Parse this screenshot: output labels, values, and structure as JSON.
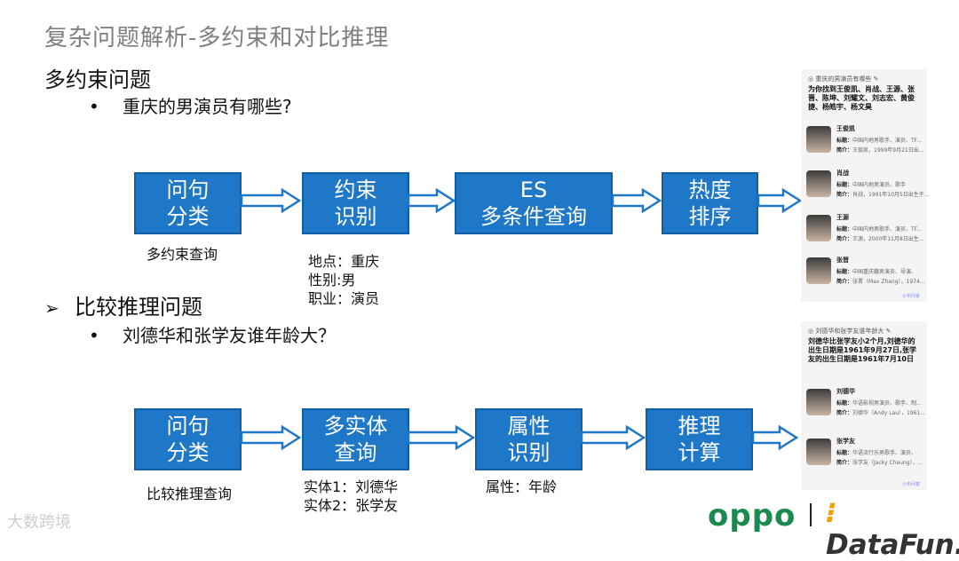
{
  "title": "复杂问题解析-多约束和对比推理",
  "section1": {
    "heading": "多约束问题",
    "bullet": "重庆的男演员有哪些?",
    "boxes": [
      "问句\n分类",
      "约束\n识别",
      "ES\n多条件查询",
      "热度\n排序"
    ],
    "note_under_first": "多约束查询",
    "constraints": [
      "地点：重庆",
      "性别:男",
      "职业：演员"
    ]
  },
  "section2": {
    "heading": "比较推理问题",
    "bullet": "刘德华和张学友谁年龄大？",
    "boxes": [
      "问句\n分类",
      "多实体\n查询",
      "属性\n识别",
      "推理\n计算"
    ],
    "note_under_first": "比较推理查询",
    "entities": [
      "实体1：刘德华",
      "实体2：张学友"
    ],
    "attribute": "属性：年龄"
  },
  "card1": {
    "question": "重庆的男演员有哪些",
    "answer": "为你找到王俊凯、肖战、王源、张晋、陈坤、刘耀文、刘志宏、黄俊捷、杨皓宇、杨文昊",
    "people": [
      {
        "name": "王俊凯",
        "tag": "中国内地男歌手、演员、TF...",
        "intro": "王俊凯，1999年9月21日出..."
      },
      {
        "name": "肖战",
        "tag": "中国内地男演员、歌手",
        "intro": "肖战，1991年10月5日出生于..."
      },
      {
        "name": "王源",
        "tag": "中国内地男歌手、演员、TF...",
        "intro": "王源，2000年11月8日出生..."
      },
      {
        "name": "张晋",
        "tag": "中国重庆籍男演员、导演、",
        "intro": "张晋（Max Zhang），1974..."
      }
    ],
    "footer": "小布问答"
  },
  "card2": {
    "question": "刘德华和张学友谁年龄大",
    "answer": "刘德华比张学友小2个月,刘德华的出生日期是1961年9月27日,张学友的出生日期是1961年7月10日",
    "people": [
      {
        "name": "刘德华",
        "tag": "华语影视男演员、歌手、制...",
        "intro": "刘德华（Andy Lau），1961..."
      },
      {
        "name": "张学友",
        "tag": "华语流行乐男歌手、演员、",
        "intro": "张学友（Jacky Cheung），..."
      }
    ],
    "footer": "小布问答"
  },
  "labels": {
    "tag_label": "标题：",
    "intro_label": "简介："
  },
  "logos": {
    "oppo": "oppo",
    "separator": "|",
    "datafun": "DataFun.",
    "watermark": "大数跨境"
  },
  "colors": {
    "box_fill": "#1f77c8",
    "box_border": "#0f5ea6",
    "title_gray": "#7f7f7f",
    "oppo_green": "#1b8a4e",
    "datafun_orange": "#f2a000"
  }
}
